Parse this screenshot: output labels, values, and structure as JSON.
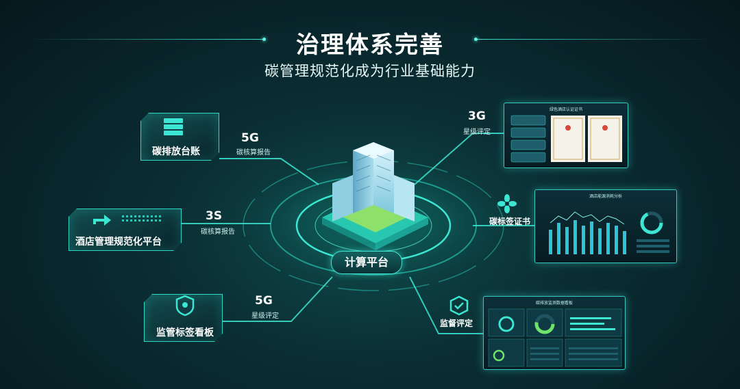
{
  "header": {
    "title": "治理体系完善",
    "subtitle": "碳管理规范化成为行业基础能力"
  },
  "center": {
    "label": "计算平台"
  },
  "left_nodes": [
    {
      "label": "碳排放台账",
      "code": "5G",
      "code_sub": "碳核算报告",
      "icon": "server-stack-icon"
    },
    {
      "label": "酒店管理规范化平台",
      "code": "3S",
      "code_sub": "碳核算报告",
      "icon": "arrows-icon"
    },
    {
      "label": "监管标签看板",
      "code": "5G",
      "code_sub": "星级评定",
      "icon": "location-shield-icon"
    }
  ],
  "right_nodes": [
    {
      "code": "3G",
      "code_sub": "星级评定",
      "screen_title": "绿色酒店认证证书"
    },
    {
      "label": "碳标签证书",
      "icon": "flower-icon",
      "screen_title": "酒店能源消耗分析"
    },
    {
      "label": "监督评定",
      "icon": "hex-check-icon",
      "screen_title": "碳排放监测数据看板"
    }
  ],
  "colors": {
    "accent": "#3ce6d2",
    "bg": "#0a2e33",
    "bar": "#2fc3d6"
  }
}
